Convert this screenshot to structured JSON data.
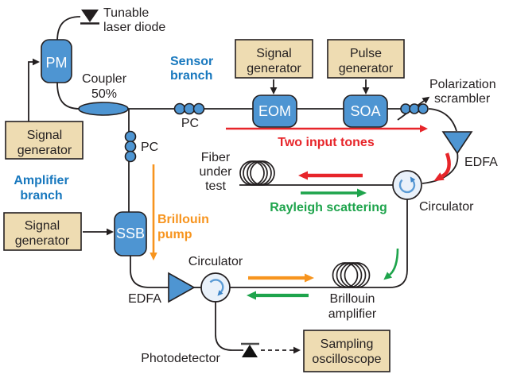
{
  "diagram": {
    "colors": {
      "component_blue": "#4e95d2",
      "box_tan": "#eedcb2",
      "branch_blue": "#1878be",
      "red": "#e7252a",
      "green": "#1ea44c",
      "orange": "#f7941e",
      "line_dark": "#231f20",
      "circulator_fill": "#e9f1fa",
      "circulator_arrow": "#5b9bd5"
    },
    "boxes": {
      "pm": "PM",
      "eom": "EOM",
      "soa": "SOA",
      "ssb": "SSB",
      "signal_generator_top": {
        "line1": "Signal",
        "line2": "generator"
      },
      "pulse_generator": {
        "line1": "Pulse",
        "line2": "generator"
      },
      "signal_generator_left": {
        "line1": "Signal",
        "line2": "generator"
      },
      "signal_generator_bottom": {
        "line1": "Signal",
        "line2": "generator"
      },
      "sampling_oscilloscope": {
        "line1": "Sampling",
        "line2": "oscilloscope"
      }
    },
    "labels": {
      "tunable_laser_diode": {
        "line1": "Tunable",
        "line2": "laser diode"
      },
      "coupler": {
        "line1": "Coupler",
        "line2": "50%"
      },
      "sensor_branch": {
        "line1": "Sensor",
        "line2": "branch"
      },
      "amplifier_branch": {
        "line1": "Amplifier",
        "line2": "branch"
      },
      "pc_top": "PC",
      "pc_left": "PC",
      "polarization_scrambler": {
        "line1": "Polarization",
        "line2": "scrambler"
      },
      "edfa_right": "EDFA",
      "edfa_bottom": "EDFA",
      "circulator_right": "Circulator",
      "circulator_bottom": "Circulator",
      "fiber_under_test": {
        "line1": "Fiber",
        "line2": "under",
        "line3": "test"
      },
      "brillouin_amplifier": {
        "line1": "Brillouin",
        "line2": "amplifier"
      },
      "photodetector": "Photodetector"
    },
    "annotations": {
      "two_input_tones": "Two input tones",
      "rayleigh_scattering": "Rayleigh scattering",
      "brillouin_pump": {
        "line1": "Brillouin",
        "line2": "pump"
      }
    }
  }
}
